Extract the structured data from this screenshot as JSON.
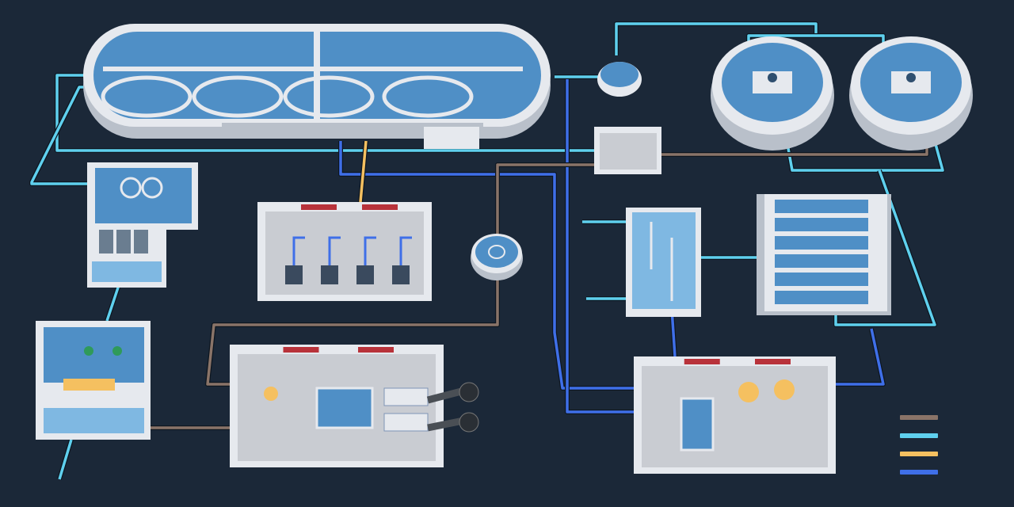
{
  "background": "#1b2838",
  "colors": {
    "wall": "#e6e9ee",
    "wall_shade": "#b9c0ca",
    "water": "#4f8fc6",
    "water_light": "#7fb8e2",
    "floor": "#c9ccd2"
  },
  "legend": [
    {
      "color": "#8a7468",
      "kind": "sludge-pipe"
    },
    {
      "color": "#5fd0ee",
      "kind": "water-pipe"
    },
    {
      "color": "#f5c060",
      "kind": "chemical-pipe"
    },
    {
      "color": "#3f6fe8",
      "kind": "air-pipe"
    }
  ]
}
